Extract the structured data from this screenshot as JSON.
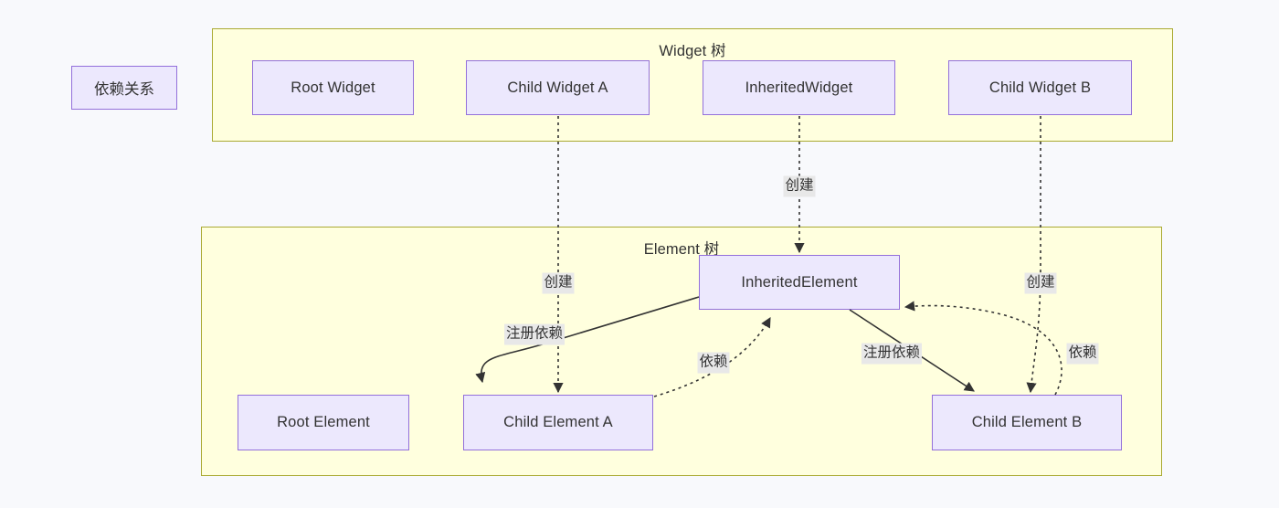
{
  "diagram": {
    "title_legend": "依赖关系",
    "background_color": "#f8f9fc",
    "subgraph_fill": "#ffffde",
    "subgraph_stroke": "#aaaa33",
    "node_fill": "#ece8fd",
    "node_stroke": "#9370db",
    "edge_color": "#333333",
    "label_bg": "#e8e8e8"
  },
  "legend": {
    "label": "依赖关系"
  },
  "widget_tree": {
    "title": "Widget 树",
    "nodes": [
      {
        "id": "root-widget",
        "label": "Root Widget"
      },
      {
        "id": "child-widget-a",
        "label": "Child Widget A"
      },
      {
        "id": "inherited-widget",
        "label": "InheritedWidget"
      },
      {
        "id": "child-widget-b",
        "label": "Child Widget B"
      }
    ]
  },
  "element_tree": {
    "title": "Element 树",
    "nodes": [
      {
        "id": "inherited-element",
        "label": "InheritedElement"
      },
      {
        "id": "root-element",
        "label": "Root Element"
      },
      {
        "id": "child-element-a",
        "label": "Child Element A"
      },
      {
        "id": "child-element-b",
        "label": "Child Element B"
      }
    ]
  },
  "edges": [
    {
      "id": "create-a",
      "from": "child-widget-a",
      "to": "child-element-a",
      "label": "创建",
      "style": "dotted"
    },
    {
      "id": "create-inherited",
      "from": "inherited-widget",
      "to": "inherited-element",
      "label": "创建",
      "style": "dotted"
    },
    {
      "id": "create-b",
      "from": "child-widget-b",
      "to": "child-element-b",
      "label": "创建",
      "style": "dotted"
    },
    {
      "id": "register-a",
      "from": "inherited-element",
      "to": "child-element-a",
      "label": "注册依赖",
      "style": "solid"
    },
    {
      "id": "register-b",
      "from": "inherited-element",
      "to": "child-element-b",
      "label": "注册依赖",
      "style": "solid"
    },
    {
      "id": "depend-a",
      "from": "child-element-a",
      "to": "inherited-element",
      "label": "依赖",
      "style": "dotted"
    },
    {
      "id": "depend-b",
      "from": "child-element-b",
      "to": "inherited-element",
      "label": "依赖",
      "style": "dotted"
    }
  ]
}
